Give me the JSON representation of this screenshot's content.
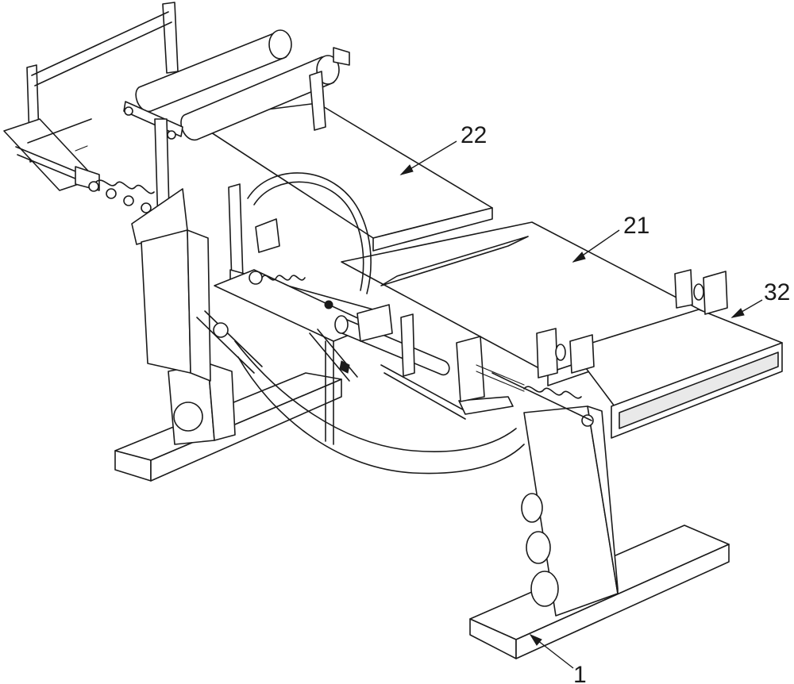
{
  "callouts": [
    {
      "id": "22",
      "text": "22"
    },
    {
      "id": "21",
      "text": "21"
    },
    {
      "id": "32",
      "text": "32"
    },
    {
      "id": "1",
      "text": "1"
    }
  ]
}
